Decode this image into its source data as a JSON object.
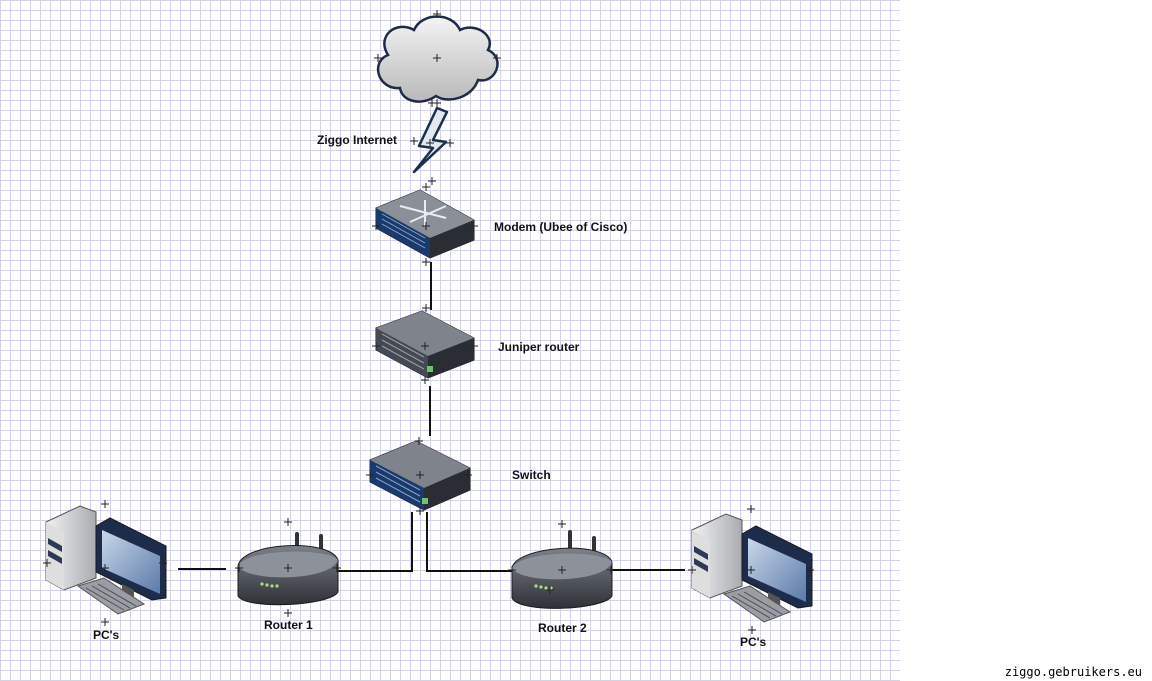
{
  "labels": {
    "internet": "Ziggo Internet",
    "modem": "Modem (Ubee of Cisco)",
    "juniper": "Juniper router",
    "switch": "Switch",
    "router1": "Router 1",
    "router2": "Router 2",
    "pcs_left": "PC's",
    "pcs_right": "PC's"
  },
  "watermark": "ziggo.gebruikers.eu",
  "icons": {
    "cloud": "cloud-icon",
    "lightning": "lightning-icon",
    "modem": "modem-icon",
    "router": "router-icon",
    "switch": "switch-icon",
    "wireless_router": "wireless-router-icon",
    "computer": "computer-icon"
  },
  "colors": {
    "grid": "#d3d3ea",
    "link": "#111111",
    "device_blue": "#1a3a6e",
    "device_gray": "#5a5e66"
  }
}
